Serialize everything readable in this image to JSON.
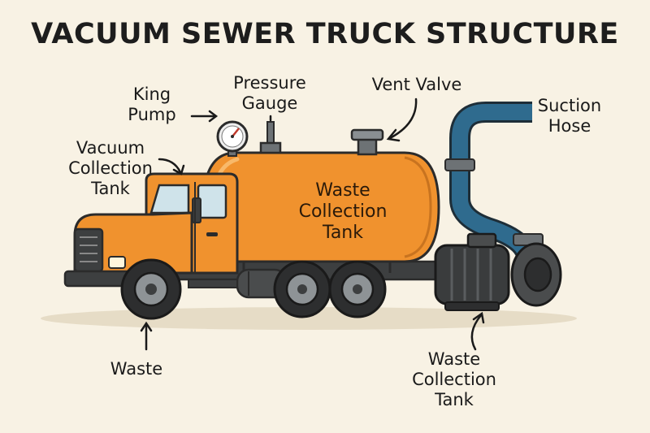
{
  "title": "VACUUM SEWER TRUCK STRUCTURE",
  "labels": {
    "king_pump": [
      "King",
      "Pump"
    ],
    "pressure_gauge": [
      "Pressure",
      "Gauge"
    ],
    "vent_valve": [
      "Vent Valve"
    ],
    "suction_hose": [
      "Suction",
      "Hose"
    ],
    "vacuum_collection_tank": [
      "Vacuum",
      "Collection",
      "Tank"
    ],
    "waste_collection_tank_body": [
      "Waste",
      "Collection",
      "Tank"
    ],
    "waste": [
      "Waste"
    ],
    "waste_collection_tank_pump": [
      "Waste",
      "Collection",
      "Tank"
    ]
  },
  "colors": {
    "background": "#f8f2e4",
    "truck_orange": "#f0922e",
    "outline": "#2b2b2b",
    "hose_blue": "#2f6b8e",
    "pump_dark": "#3a3c3d"
  }
}
